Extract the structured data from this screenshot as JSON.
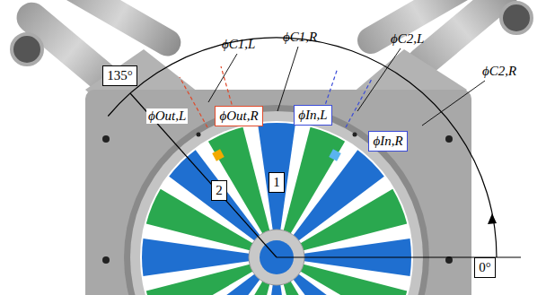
{
  "diagram": {
    "nodes": [
      {
        "text": [
          "135°"
        ]
      },
      {
        "text": [
          "ϕOut,R"
        ]
      },
      {
        "text": [
          "ϕIn,L"
        ]
      },
      {
        "text": [
          "ϕIn,R"
        ]
      },
      {
        "text": [
          "1"
        ]
      },
      {
        "text": [
          "2"
        ]
      },
      {
        "text": [
          "0°"
        ]
      }
    ],
    "labels": [
      "ϕC1,L",
      "ϕC1,R",
      "ϕC2,L",
      "ϕC2,R",
      "ϕOut,L"
    ]
  }
}
